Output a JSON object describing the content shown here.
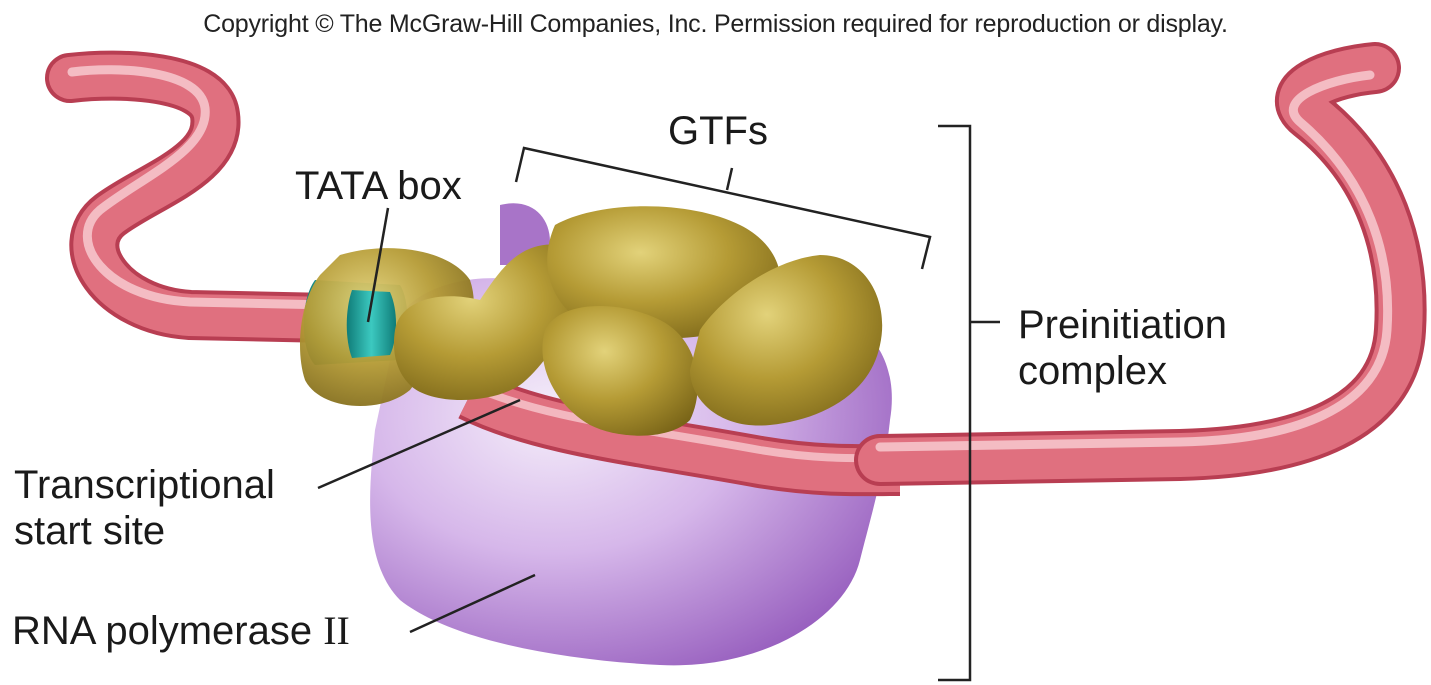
{
  "copyright": "Copyright © The McGraw-Hill Companies, Inc. Permission required for reproduction or display.",
  "labels": {
    "tata_box": "TATA box",
    "gtfs": "GTFs",
    "preinitiation_line1": "Preinitiation",
    "preinitiation_line2": "complex",
    "transcriptional_line1": "Transcriptional",
    "transcriptional_line2": "start site",
    "rna_polymerase_text": "RNA polymerase ",
    "rna_polymerase_numeral": "II"
  },
  "colors": {
    "dna": "#e0707f",
    "dna_highlight": "#f6c3c9",
    "tata_box": "#1fa7a2",
    "gtf": "#a08a2a",
    "gtf_light": "#d6c46a",
    "rna_polymerase": "#a874c8",
    "rna_polymerase_light": "#eadcf3"
  }
}
